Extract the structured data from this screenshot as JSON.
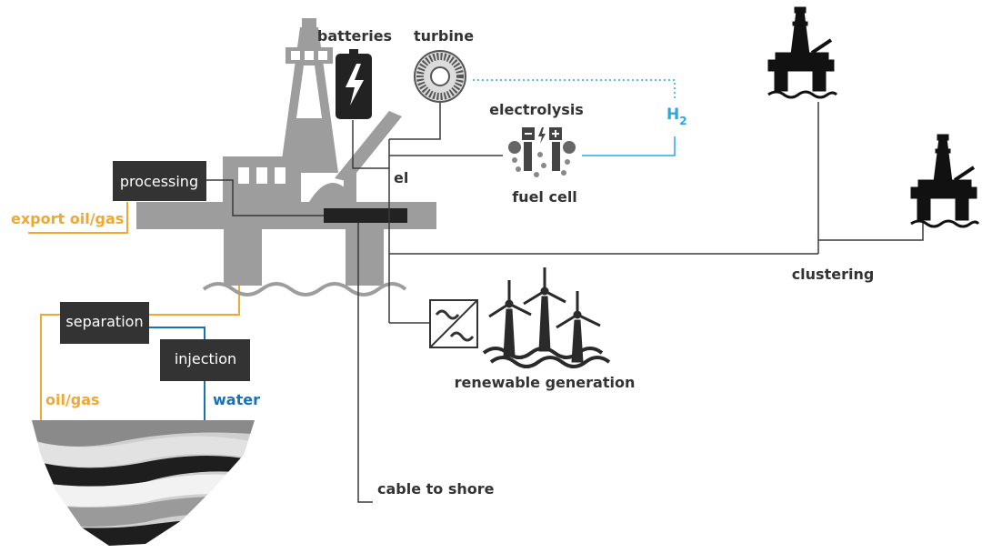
{
  "labels": {
    "batteries": "batteries",
    "turbine": "turbine",
    "electrolysis": "electrolysis",
    "fuel_cell": "fuel cell",
    "el": "el",
    "h2_main": "H",
    "h2_sub": "2",
    "processing": "processing",
    "export": "export oil/gas",
    "separation": "separation",
    "injection": "injection",
    "oil_gas": "oil/gas",
    "water": "water",
    "renewable": "renewable generation",
    "cable": "cable to shore",
    "clustering": "clustering"
  },
  "colors": {
    "platform_gray": "#9d9d9d",
    "box_dark": "#333333",
    "line_dark": "#3a3a3a",
    "oil_orange": "#f0a830",
    "water_blue": "#1a6fb5",
    "hydrogen_cyan": "#29a9e0"
  },
  "icons": {
    "battery": "battery-icon",
    "turbine": "turbine-icon",
    "electrolysis": "electrolysis-icon",
    "converter": "converter-icon",
    "wind": "wind-turbine-icon",
    "rig": "oil-rig-icon"
  }
}
